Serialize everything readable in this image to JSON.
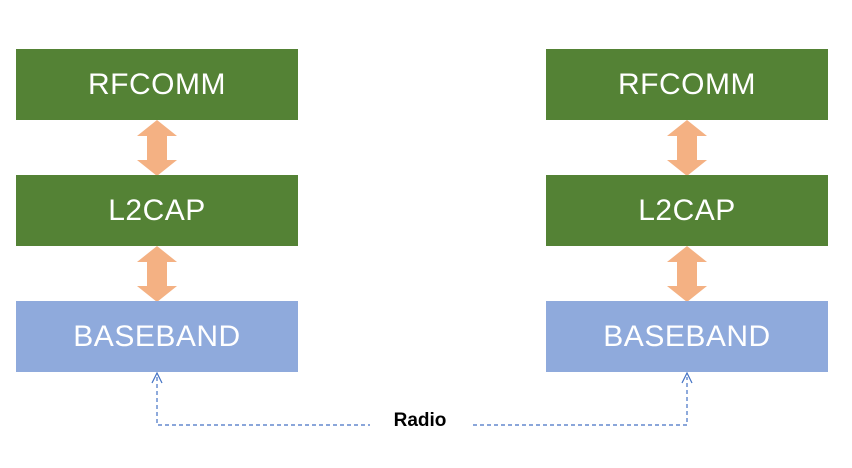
{
  "left_stack": {
    "layers": [
      {
        "label": "RFCOMM"
      },
      {
        "label": "L2CAP"
      },
      {
        "label": "BASEBAND"
      }
    ]
  },
  "right_stack": {
    "layers": [
      {
        "label": "RFCOMM"
      },
      {
        "label": "L2CAP"
      },
      {
        "label": "BASEBAND"
      }
    ]
  },
  "link": {
    "label": "Radio"
  },
  "colors": {
    "upper_layer": "#548235",
    "baseband": "#8faadc",
    "arrow": "#f4b183",
    "link_line": "#4472c4"
  }
}
